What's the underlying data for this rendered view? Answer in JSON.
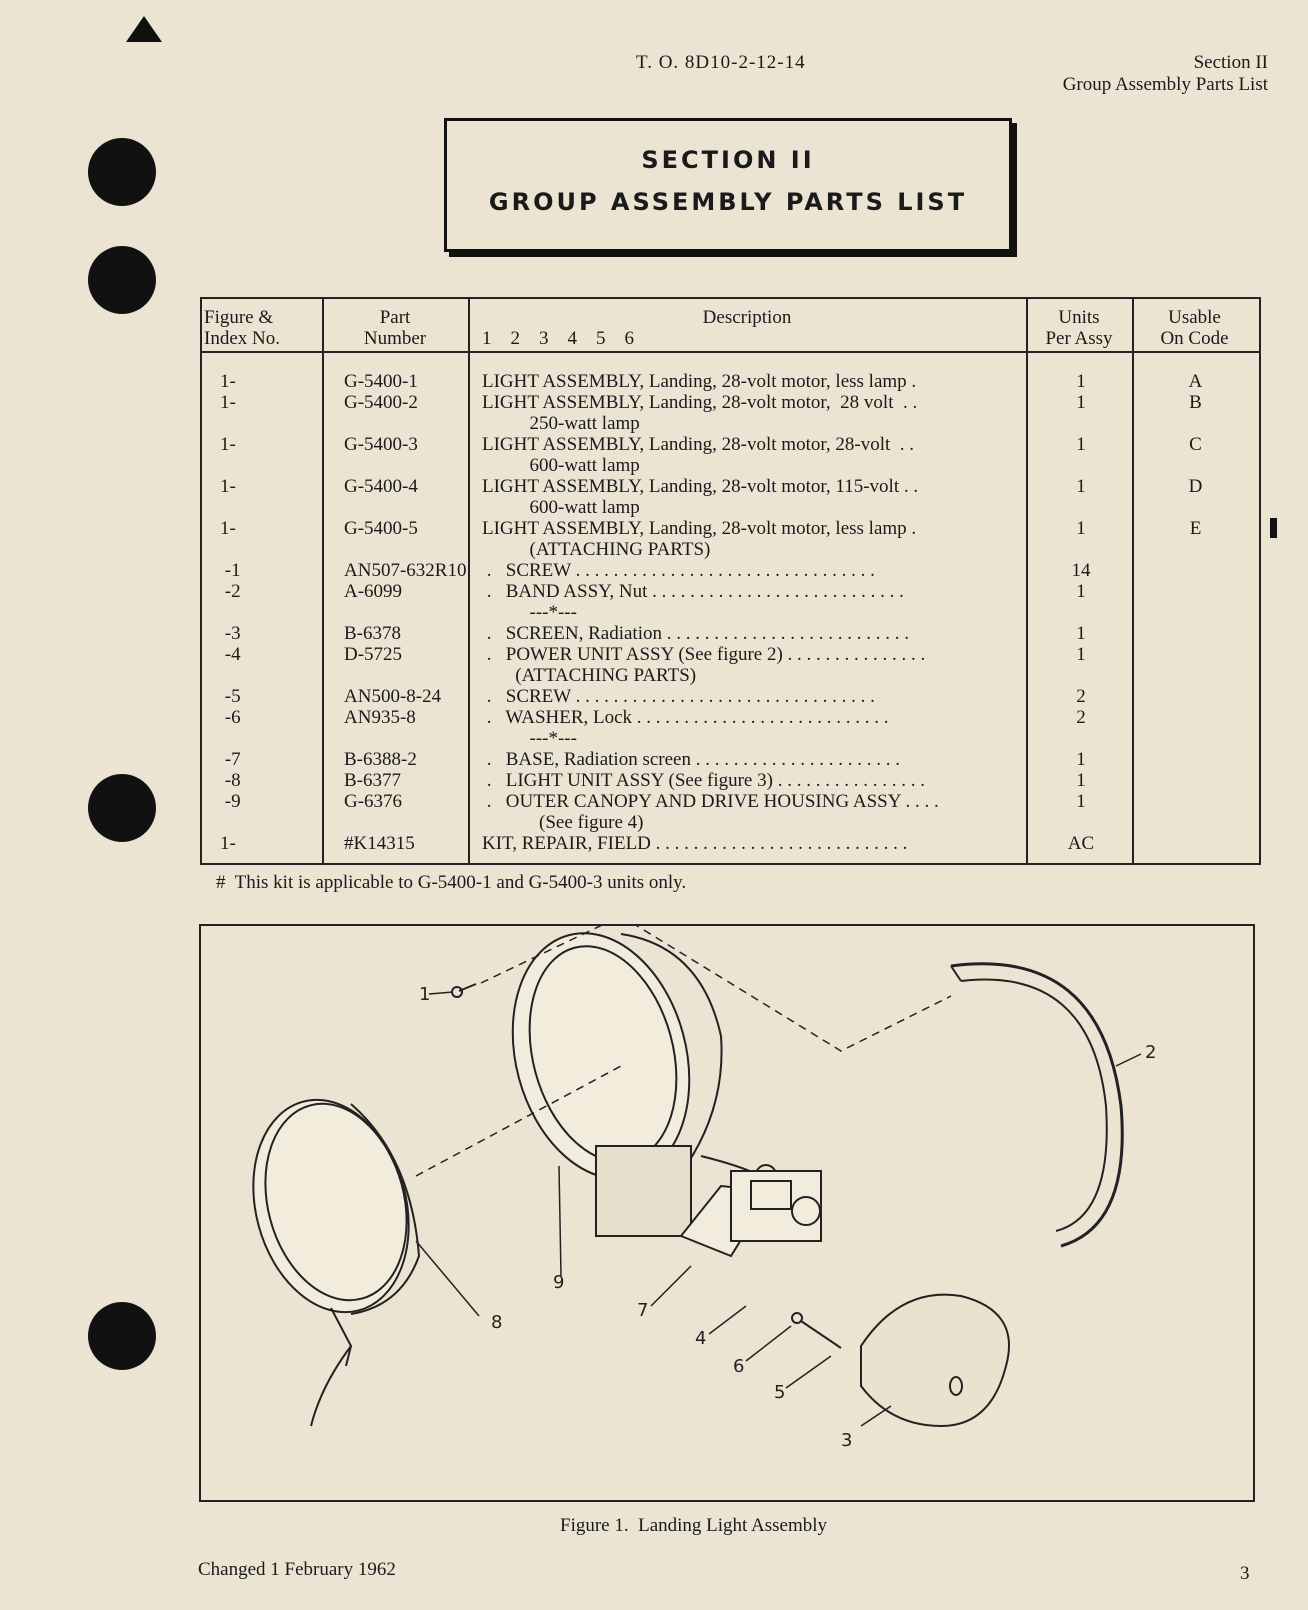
{
  "header": {
    "doc_number": "T. O. 8D10-2-12-14",
    "section": "Section II",
    "section_title": "Group Assembly Parts List"
  },
  "title_box": {
    "line1": "SECTION II",
    "line2": "GROUP ASSEMBLY PARTS LIST"
  },
  "table": {
    "headers": {
      "figure_index": [
        "Figure &",
        "Index No."
      ],
      "part_number": [
        "Part",
        "Number"
      ],
      "description": [
        "Description",
        "1    2    3    4    5    6"
      ],
      "units": [
        "Units",
        "Per Assy"
      ],
      "usable": [
        "Usable",
        "On Code"
      ]
    },
    "rows": [
      {
        "fig": "1-",
        "pn": "G-5400-1",
        "desc": "LIGHT ASSEMBLY, Landing, 28-volt motor, less lamp .",
        "units": "1",
        "code": "A"
      },
      {
        "fig": "1-",
        "pn": "G-5400-2",
        "desc": "LIGHT ASSEMBLY, Landing, 28-volt motor,  28 volt  . .",
        "units": "1",
        "code": "B"
      },
      {
        "fig": "",
        "pn": "",
        "desc": "          250-watt lamp",
        "units": "",
        "code": ""
      },
      {
        "fig": "1-",
        "pn": "G-5400-3",
        "desc": "LIGHT ASSEMBLY, Landing, 28-volt motor, 28-volt  . .",
        "units": "1",
        "code": "C"
      },
      {
        "fig": "",
        "pn": "",
        "desc": "          600-watt lamp",
        "units": "",
        "code": ""
      },
      {
        "fig": "1-",
        "pn": "G-5400-4",
        "desc": "LIGHT ASSEMBLY, Landing, 28-volt motor, 115-volt . .",
        "units": "1",
        "code": "D"
      },
      {
        "fig": "",
        "pn": "",
        "desc": "          600-watt lamp",
        "units": "",
        "code": ""
      },
      {
        "fig": "1-",
        "pn": "G-5400-5",
        "desc": "LIGHT ASSEMBLY, Landing, 28-volt motor, less lamp .",
        "units": "1",
        "code": "E"
      },
      {
        "fig": "",
        "pn": "",
        "desc": "          (ATTACHING PARTS)",
        "units": "",
        "code": ""
      },
      {
        "fig": " -1",
        "pn": "AN507-632R10",
        "desc": " .   SCREW . . . . . . . . . . . . . . . . . . . . . . . . . . . . . . . .",
        "units": "14",
        "code": ""
      },
      {
        "fig": " -2",
        "pn": "A-6099",
        "desc": " .   BAND ASSY, Nut . . . . . . . . . . . . . . . . . . . . . . . . . . .",
        "units": "1",
        "code": ""
      },
      {
        "fig": "",
        "pn": "",
        "desc": "          ---*---",
        "units": "",
        "code": ""
      },
      {
        "fig": " -3",
        "pn": "B-6378",
        "desc": " .   SCREEN, Radiation . . . . . . . . . . . . . . . . . . . . . . . . . .",
        "units": "1",
        "code": ""
      },
      {
        "fig": " -4",
        "pn": "D-5725",
        "desc": " .   POWER UNIT ASSY (See figure 2) . . . . . . . . . . . . . . .",
        "units": "1",
        "code": ""
      },
      {
        "fig": "",
        "pn": "",
        "desc": "       (ATTACHING PARTS)",
        "units": "",
        "code": ""
      },
      {
        "fig": " -5",
        "pn": "AN500-8-24",
        "desc": " .   SCREW . . . . . . . . . . . . . . . . . . . . . . . . . . . . . . . .",
        "units": "2",
        "code": ""
      },
      {
        "fig": " -6",
        "pn": "AN935-8",
        "desc": " .   WASHER, Lock . . . . . . . . . . . . . . . . . . . . . . . . . . .",
        "units": "2",
        "code": ""
      },
      {
        "fig": "",
        "pn": "",
        "desc": "          ---*---",
        "units": "",
        "code": ""
      },
      {
        "fig": " -7",
        "pn": "B-6388-2",
        "desc": " .   BASE, Radiation screen . . . . . . . . . . . . . . . . . . . . . .",
        "units": "1",
        "code": ""
      },
      {
        "fig": " -8",
        "pn": "B-6377",
        "desc": " .   LIGHT UNIT ASSY (See figure 3) . . . . . . . . . . . . . . . .",
        "units": "1",
        "code": ""
      },
      {
        "fig": " -9",
        "pn": "G-6376",
        "desc": " .   OUTER CANOPY AND DRIVE HOUSING ASSY . . . .",
        "units": "1",
        "code": ""
      },
      {
        "fig": "",
        "pn": "",
        "desc": "            (See figure 4)",
        "units": "",
        "code": ""
      },
      {
        "fig": "1-",
        "pn": "#K14315",
        "desc": "KIT, REPAIR, FIELD . . . . . . . . . . . . . . . . . . . . . . . . . . .",
        "units": "AC",
        "code": ""
      }
    ]
  },
  "footnote": "#  This kit is applicable to G-5400-1 and G-5400-3 units only.",
  "figure": {
    "caption": "Figure 1.  Landing Light Assembly",
    "callouts": [
      "1",
      "2",
      "3",
      "4",
      "5",
      "6",
      "7",
      "8",
      "9"
    ]
  },
  "footer": {
    "changed": "Changed 1 February 1962",
    "page": "3"
  }
}
